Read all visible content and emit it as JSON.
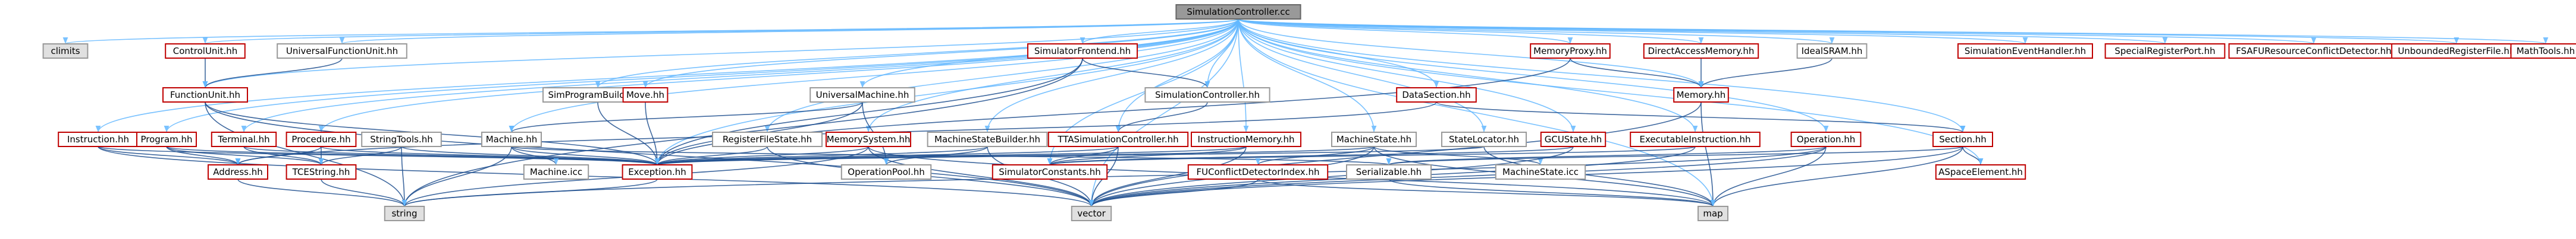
{
  "title": "SimulationController.cc",
  "colors": {
    "root_fill": "#999999",
    "root_stroke": "#666666",
    "linked_stroke": "#bf0000",
    "linked_fill": "#ffffff",
    "plain_stroke": "#999999",
    "plain_fill": "#ffffff",
    "system_fill": "#e0e0e0",
    "system_stroke": "#999999",
    "edge": "#63b8ff",
    "edge_dark": "#1f4f8f"
  },
  "nodes": [
    {
      "id": "root",
      "label": "SimulationController.cc",
      "kind": "root"
    },
    {
      "id": "climits",
      "label": "climits",
      "kind": "system"
    },
    {
      "id": "controlunit",
      "label": "ControlUnit.hh",
      "kind": "linked"
    },
    {
      "id": "universalfu",
      "label": "UniversalFunctionUnit.hh",
      "kind": "plain"
    },
    {
      "id": "functionunit",
      "label": "FunctionUnit.hh",
      "kind": "linked"
    },
    {
      "id": "simprogbuilder",
      "label": "SimProgramBuilder.hh",
      "kind": "plain"
    },
    {
      "id": "move",
      "label": "Move.hh",
      "kind": "linked"
    },
    {
      "id": "simfrontend",
      "label": "SimulatorFrontend.hh",
      "kind": "linked"
    },
    {
      "id": "universalmachine",
      "label": "UniversalMachine.hh",
      "kind": "plain"
    },
    {
      "id": "simcontroller",
      "label": "SimulationController.hh",
      "kind": "plain"
    },
    {
      "id": "datasection",
      "label": "DataSection.hh",
      "kind": "linked"
    },
    {
      "id": "memoryproxy",
      "label": "MemoryProxy.hh",
      "kind": "linked"
    },
    {
      "id": "directaccess",
      "label": "DirectAccessMemory.hh",
      "kind": "linked"
    },
    {
      "id": "idealsram",
      "label": "IdealSRAM.hh",
      "kind": "plain"
    },
    {
      "id": "memory",
      "label": "Memory.hh",
      "kind": "linked"
    },
    {
      "id": "simeventhandler",
      "label": "SimulationEventHandler.hh",
      "kind": "linked"
    },
    {
      "id": "specialregport",
      "label": "SpecialRegisterPort.hh",
      "kind": "linked"
    },
    {
      "id": "fsafu",
      "label": "FSAFUResourceConflictDetector.hh",
      "kind": "linked"
    },
    {
      "id": "unboundedrf",
      "label": "UnboundedRegisterFile.hh",
      "kind": "linked"
    },
    {
      "id": "mathtools",
      "label": "MathTools.hh",
      "kind": "linked"
    },
    {
      "id": "instruction",
      "label": "Instruction.hh",
      "kind": "linked"
    },
    {
      "id": "program",
      "label": "Program.hh",
      "kind": "linked"
    },
    {
      "id": "terminal",
      "label": "Terminal.hh",
      "kind": "linked"
    },
    {
      "id": "procedure",
      "label": "Procedure.hh",
      "kind": "linked"
    },
    {
      "id": "stringtools",
      "label": "StringTools.hh",
      "kind": "plain"
    },
    {
      "id": "machine",
      "label": "Machine.hh",
      "kind": "plain"
    },
    {
      "id": "registerfilestate",
      "label": "RegisterFileState.hh",
      "kind": "plain"
    },
    {
      "id": "memorysystem",
      "label": "MemorySystem.hh",
      "kind": "linked"
    },
    {
      "id": "machinestatebuilder",
      "label": "MachineStateBuilder.hh",
      "kind": "plain"
    },
    {
      "id": "ttasimcontroller",
      "label": "TTASimulationController.hh",
      "kind": "linked"
    },
    {
      "id": "instructionmemory",
      "label": "InstructionMemory.hh",
      "kind": "linked"
    },
    {
      "id": "machinestate",
      "label": "MachineState.hh",
      "kind": "plain"
    },
    {
      "id": "statelocator",
      "label": "StateLocator.hh",
      "kind": "plain"
    },
    {
      "id": "gcustate",
      "label": "GCUState.hh",
      "kind": "linked"
    },
    {
      "id": "executableinstruction",
      "label": "ExecutableInstruction.hh",
      "kind": "linked"
    },
    {
      "id": "operation",
      "label": "Operation.hh",
      "kind": "linked"
    },
    {
      "id": "section",
      "label": "Section.hh",
      "kind": "linked"
    },
    {
      "id": "address",
      "label": "Address.hh",
      "kind": "linked"
    },
    {
      "id": "tcestring",
      "label": "TCEString.hh",
      "kind": "linked"
    },
    {
      "id": "machineicc",
      "label": "Machine.icc",
      "kind": "plain"
    },
    {
      "id": "exception",
      "label": "Exception.hh",
      "kind": "linked"
    },
    {
      "id": "operationpool",
      "label": "OperationPool.hh",
      "kind": "plain"
    },
    {
      "id": "simconstants",
      "label": "SimulatorConstants.hh",
      "kind": "linked"
    },
    {
      "id": "fuconflict",
      "label": "FUConflictDetectorIndex.hh",
      "kind": "linked"
    },
    {
      "id": "serializable",
      "label": "Serializable.hh",
      "kind": "plain"
    },
    {
      "id": "machinestateicc",
      "label": "MachineState.icc",
      "kind": "plain"
    },
    {
      "id": "aspaceelement",
      "label": "ASpaceElement.hh",
      "kind": "linked"
    },
    {
      "id": "string",
      "label": "string",
      "kind": "system"
    },
    {
      "id": "vector",
      "label": "vector",
      "kind": "system"
    },
    {
      "id": "map",
      "label": "map",
      "kind": "system"
    }
  ],
  "edges": [
    [
      "root",
      "climits"
    ],
    [
      "root",
      "controlunit"
    ],
    [
      "root",
      "universalfu"
    ],
    [
      "root",
      "functionunit"
    ],
    [
      "root",
      "simprogbuilder"
    ],
    [
      "root",
      "move"
    ],
    [
      "root",
      "simfrontend"
    ],
    [
      "root",
      "universalmachine"
    ],
    [
      "root",
      "simcontroller"
    ],
    [
      "root",
      "datasection"
    ],
    [
      "root",
      "memoryproxy"
    ],
    [
      "root",
      "directaccess"
    ],
    [
      "root",
      "idealsram"
    ],
    [
      "root",
      "memory"
    ],
    [
      "root",
      "simeventhandler"
    ],
    [
      "root",
      "specialregport"
    ],
    [
      "root",
      "fsafu"
    ],
    [
      "root",
      "unboundedrf"
    ],
    [
      "root",
      "mathtools"
    ],
    [
      "root",
      "instruction"
    ],
    [
      "root",
      "program"
    ],
    [
      "root",
      "terminal"
    ],
    [
      "root",
      "procedure"
    ],
    [
      "root",
      "machine"
    ],
    [
      "root",
      "registerfilestate"
    ],
    [
      "root",
      "memorysystem"
    ],
    [
      "root",
      "machinestatebuilder"
    ],
    [
      "root",
      "ttasimcontroller"
    ],
    [
      "root",
      "instructionmemory"
    ],
    [
      "root",
      "machinestate"
    ],
    [
      "root",
      "statelocator"
    ],
    [
      "root",
      "gcustate"
    ],
    [
      "root",
      "executableinstruction"
    ],
    [
      "root",
      "operation"
    ],
    [
      "root",
      "section"
    ],
    [
      "root",
      "exception"
    ],
    [
      "root",
      "simconstants"
    ],
    [
      "root",
      "vector"
    ],
    [
      "root",
      "map"
    ],
    [
      "root",
      "aspaceelement"
    ],
    [
      "controlunit",
      "functionunit"
    ],
    [
      "universalfu",
      "functionunit"
    ],
    [
      "functionunit",
      "string"
    ],
    [
      "functionunit",
      "vector"
    ],
    [
      "functionunit",
      "exception"
    ],
    [
      "simprogbuilder",
      "exception"
    ],
    [
      "move",
      "exception"
    ],
    [
      "simfrontend",
      "string"
    ],
    [
      "simfrontend",
      "exception"
    ],
    [
      "simfrontend",
      "simcontroller"
    ],
    [
      "universalmachine",
      "machine"
    ],
    [
      "universalmachine",
      "exception"
    ],
    [
      "universalmachine",
      "operationpool"
    ],
    [
      "simcontroller",
      "ttasimcontroller"
    ],
    [
      "datasection",
      "section"
    ],
    [
      "datasection",
      "address"
    ],
    [
      "memoryproxy",
      "memory"
    ],
    [
      "memoryproxy",
      "exception"
    ],
    [
      "directaccess",
      "memory"
    ],
    [
      "idealsram",
      "memory"
    ],
    [
      "memory",
      "vector"
    ],
    [
      "memory",
      "map"
    ],
    [
      "instruction",
      "address"
    ],
    [
      "instruction",
      "vector"
    ],
    [
      "instruction",
      "exception"
    ],
    [
      "program",
      "address"
    ],
    [
      "program",
      "exception"
    ],
    [
      "program",
      "tcestring"
    ],
    [
      "terminal",
      "tcestring"
    ],
    [
      "terminal",
      "exception"
    ],
    [
      "procedure",
      "address"
    ],
    [
      "procedure",
      "tcestring"
    ],
    [
      "procedure",
      "exception"
    ],
    [
      "stringtools",
      "string"
    ],
    [
      "stringtools",
      "tcestring"
    ],
    [
      "stringtools",
      "exception"
    ],
    [
      "machine",
      "string"
    ],
    [
      "machine",
      "machineicc"
    ],
    [
      "machine",
      "exception"
    ],
    [
      "machine",
      "serializable"
    ],
    [
      "registerfilestate",
      "exception"
    ],
    [
      "registerfilestate",
      "vector"
    ],
    [
      "memorysystem",
      "exception"
    ],
    [
      "memorysystem",
      "map"
    ],
    [
      "memorysystem",
      "vector"
    ],
    [
      "memorysystem",
      "string"
    ],
    [
      "machinestatebuilder",
      "exception"
    ],
    [
      "machinestatebuilder",
      "operationpool"
    ],
    [
      "machinestatebuilder",
      "vector"
    ],
    [
      "ttasimcontroller",
      "simconstants"
    ],
    [
      "ttasimcontroller",
      "exception"
    ],
    [
      "ttasimcontroller",
      "vector"
    ],
    [
      "instructionmemory",
      "simconstants"
    ],
    [
      "instructionmemory",
      "vector"
    ],
    [
      "instructionmemory",
      "exception"
    ],
    [
      "machinestate",
      "exception"
    ],
    [
      "machinestate",
      "map"
    ],
    [
      "machinestate",
      "vector"
    ],
    [
      "machinestate",
      "machinestateicc"
    ],
    [
      "machinestate",
      "fuconflict"
    ],
    [
      "statelocator",
      "exception"
    ],
    [
      "statelocator",
      "map"
    ],
    [
      "gcustate",
      "simconstants"
    ],
    [
      "gcustate",
      "vector"
    ],
    [
      "executableinstruction",
      "vector"
    ],
    [
      "executableinstruction",
      "simconstants"
    ],
    [
      "operation",
      "serializable"
    ],
    [
      "operation",
      "string"
    ],
    [
      "operation",
      "vector"
    ],
    [
      "operation",
      "map"
    ],
    [
      "section",
      "aspaceelement"
    ],
    [
      "section",
      "vector"
    ],
    [
      "section",
      "map"
    ],
    [
      "section",
      "serializable"
    ],
    [
      "address",
      "string"
    ],
    [
      "tcestring",
      "string"
    ],
    [
      "exception",
      "string"
    ],
    [
      "fuconflict",
      "map"
    ],
    [
      "fuconflict",
      "vector"
    ],
    [
      "serializable",
      "map"
    ]
  ]
}
